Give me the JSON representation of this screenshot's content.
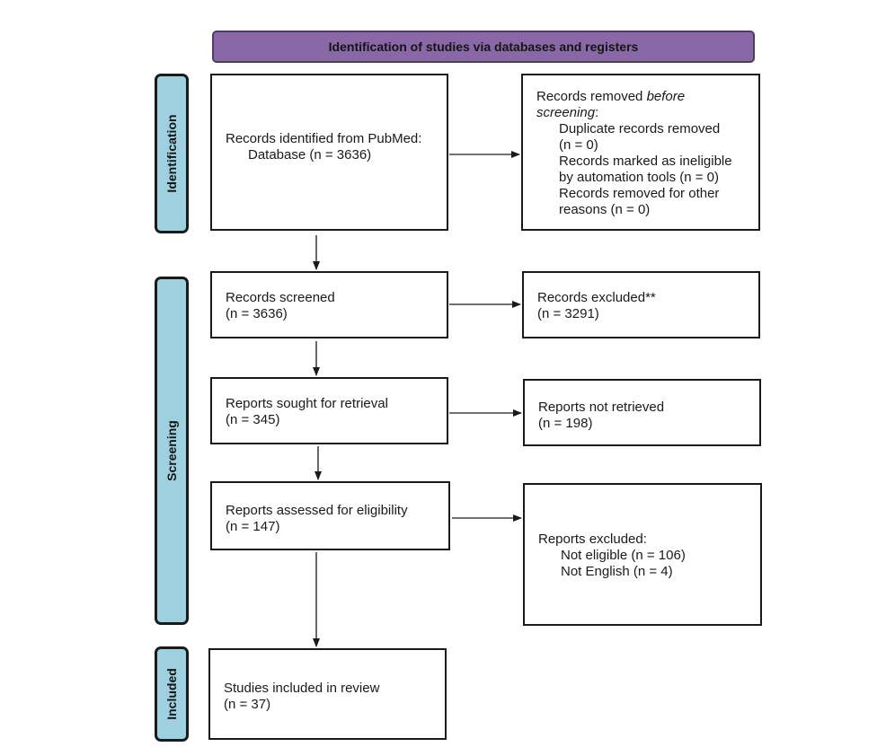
{
  "header": {
    "title": "Identification of studies via databases and registers"
  },
  "sidebar": {
    "identification": "Identification",
    "screening": "Screening",
    "included": "Included"
  },
  "identified": {
    "line1": "Records identified from PubMed:",
    "line2": "Database (n = 3636)"
  },
  "removed": {
    "line1": "Records removed ",
    "line1_em": "before",
    "line2_em": "screening",
    "line2_tail": ":",
    "items": [
      "Duplicate records removed",
      "(n = 0)",
      "Records marked as ineligible",
      "by automation tools (n = 0)",
      "Records removed for other",
      "reasons (n = 0)"
    ]
  },
  "screened": {
    "line1": "Records screened",
    "line2": "(n = 3636)"
  },
  "excluded": {
    "line1": "Records excluded**",
    "line2": "(n = 3291)"
  },
  "sought": {
    "line1": "Reports sought for retrieval",
    "line2": "(n = 345)"
  },
  "not_retrieved": {
    "line1": "Reports not retrieved",
    "line2": "(n = 198)"
  },
  "assessed": {
    "line1": "Reports assessed for eligibility",
    "line2": "(n = 147)"
  },
  "reports_excluded": {
    "line1": "Reports excluded:",
    "items": [
      "Not eligible (n = 106)",
      "Not English (n = 4)"
    ]
  },
  "included": {
    "line1": "Studies included in review",
    "line2": "(n = 37)"
  }
}
